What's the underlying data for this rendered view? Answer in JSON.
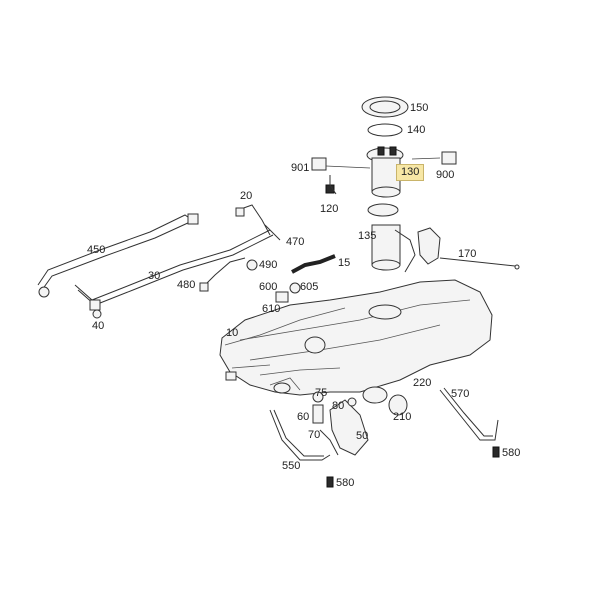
{
  "diagram": {
    "highlight_color": "#f7e7a6",
    "callouts": [
      {
        "id": "150",
        "label": "150",
        "highlighted": false
      },
      {
        "id": "140",
        "label": "140",
        "highlighted": false
      },
      {
        "id": "901",
        "label": "901",
        "highlighted": false
      },
      {
        "id": "130",
        "label": "130",
        "highlighted": true
      },
      {
        "id": "900",
        "label": "900",
        "highlighted": false
      },
      {
        "id": "120",
        "label": "120",
        "highlighted": false
      },
      {
        "id": "20",
        "label": "20",
        "highlighted": false
      },
      {
        "id": "135",
        "label": "135",
        "highlighted": false
      },
      {
        "id": "470",
        "label": "470",
        "highlighted": false
      },
      {
        "id": "170",
        "label": "170",
        "highlighted": false
      },
      {
        "id": "450",
        "label": "450",
        "highlighted": false
      },
      {
        "id": "490",
        "label": "490",
        "highlighted": false
      },
      {
        "id": "15",
        "label": "15",
        "highlighted": false
      },
      {
        "id": "30",
        "label": "30",
        "highlighted": false
      },
      {
        "id": "480",
        "label": "480",
        "highlighted": false
      },
      {
        "id": "600",
        "label": "600",
        "highlighted": false
      },
      {
        "id": "605",
        "label": "605",
        "highlighted": false
      },
      {
        "id": "610",
        "label": "610",
        "highlighted": false
      },
      {
        "id": "40",
        "label": "40",
        "highlighted": false
      },
      {
        "id": "10",
        "label": "10",
        "highlighted": false
      },
      {
        "id": "75",
        "label": "75",
        "highlighted": false
      },
      {
        "id": "220",
        "label": "220",
        "highlighted": false
      },
      {
        "id": "570",
        "label": "570",
        "highlighted": false
      },
      {
        "id": "80",
        "label": "80",
        "highlighted": false
      },
      {
        "id": "60",
        "label": "60",
        "highlighted": false
      },
      {
        "id": "210",
        "label": "210",
        "highlighted": false
      },
      {
        "id": "70",
        "label": "70",
        "highlighted": false
      },
      {
        "id": "50",
        "label": "50",
        "highlighted": false
      },
      {
        "id": "580a",
        "label": "580",
        "highlighted": false
      },
      {
        "id": "550",
        "label": "550",
        "highlighted": false
      },
      {
        "id": "580b",
        "label": "580",
        "highlighted": false
      }
    ]
  }
}
